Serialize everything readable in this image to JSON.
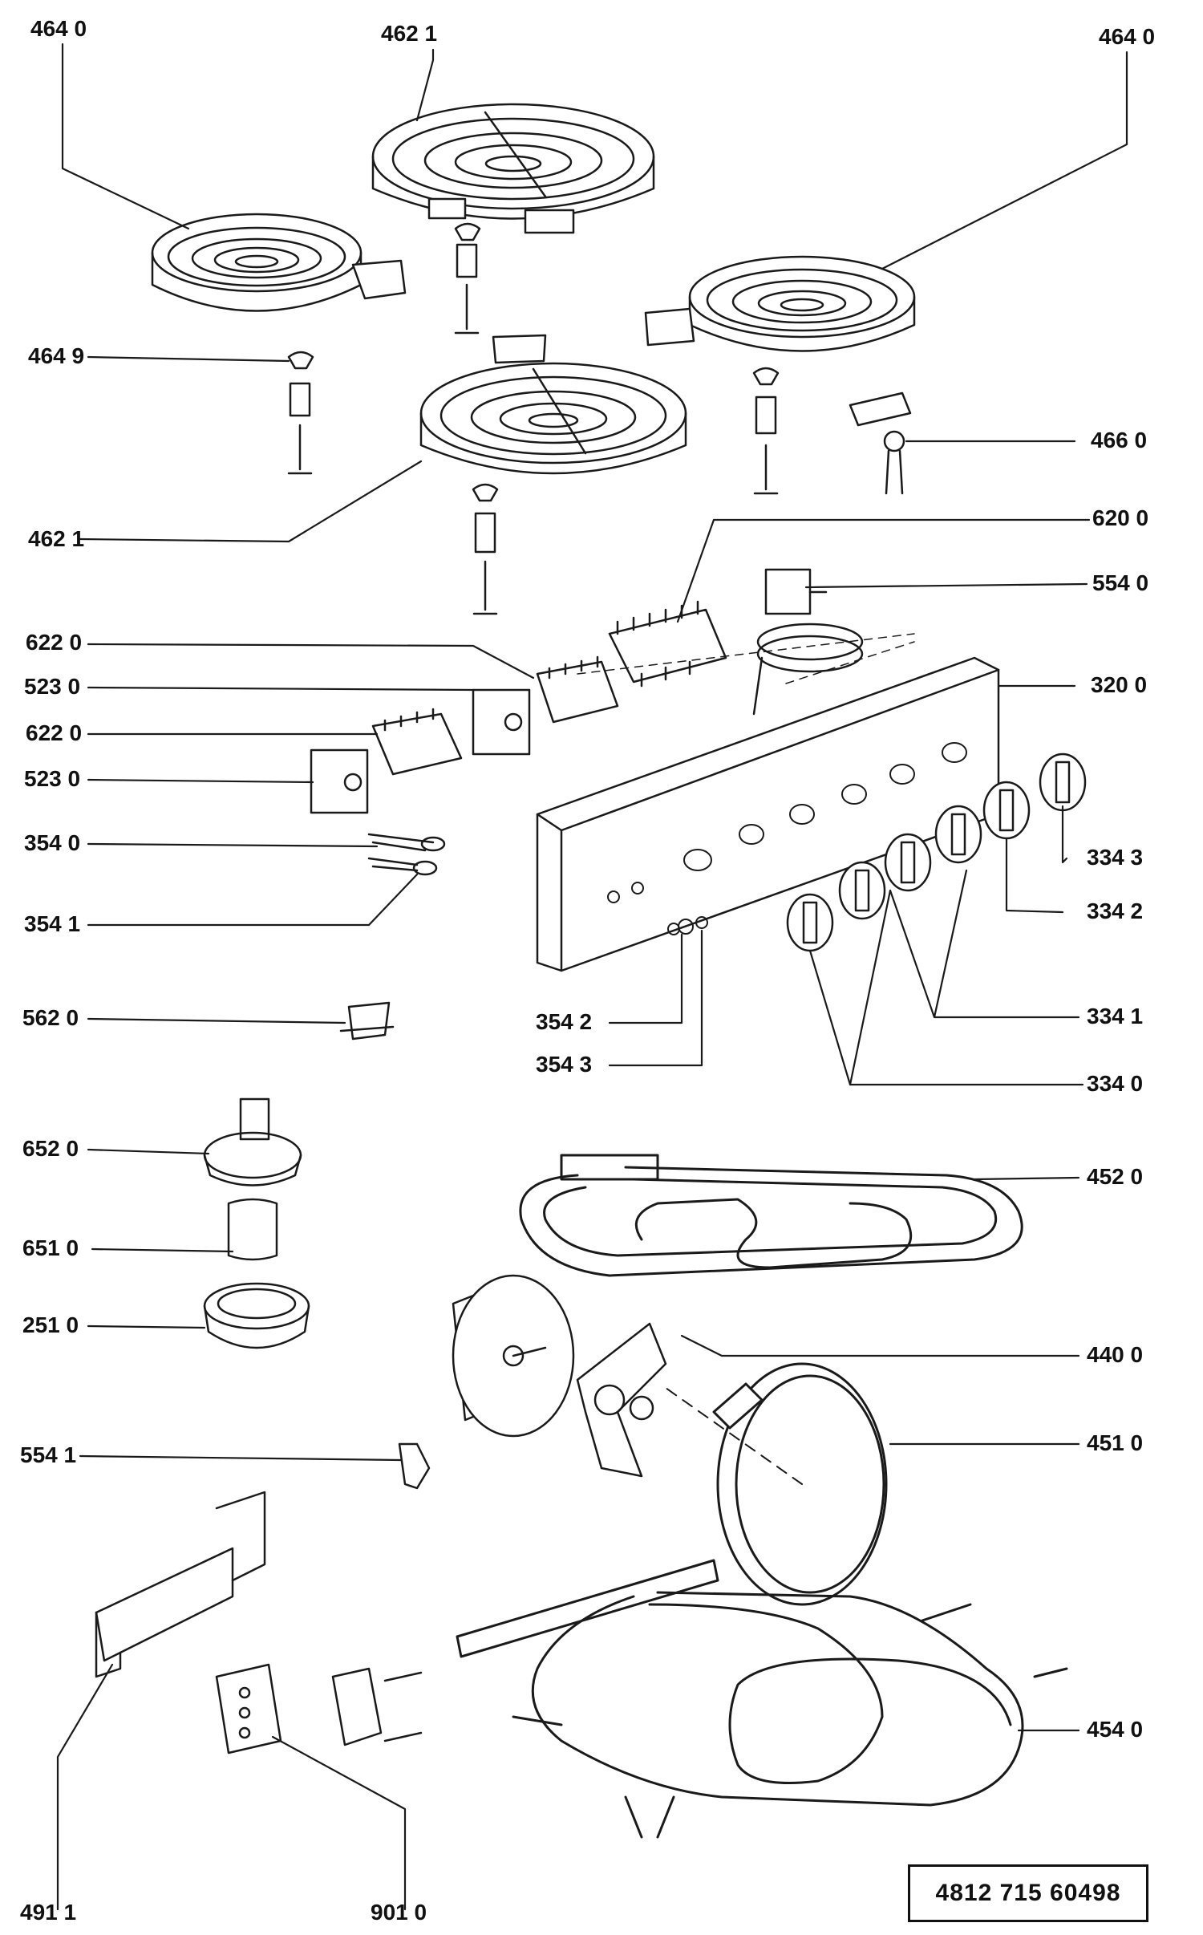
{
  "labels": {
    "l464_0_a": "464 0",
    "l462_1_a": "462 1",
    "l464_0_b": "464 0",
    "l464_9": "464 9",
    "l466_0": "466 0",
    "l462_1_b": "462 1",
    "l620_0": "620 0",
    "l554_0": "554 0",
    "l622_0_a": "622 0",
    "l523_0_a": "523 0",
    "l320_0": "320 0",
    "l622_0_b": "622 0",
    "l523_0_b": "523 0",
    "l354_0": "354 0",
    "l334_3": "334 3",
    "l354_1": "354 1",
    "l334_2": "334 2",
    "l562_0": "562 0",
    "l354_2": "354 2",
    "l334_1": "334 1",
    "l354_3": "354 3",
    "l334_0": "334 0",
    "l652_0": "652 0",
    "l452_0": "452 0",
    "l651_0": "651 0",
    "l251_0": "251 0",
    "l440_0": "440 0",
    "l554_1": "554 1",
    "l451_0": "451 0",
    "l454_0": "454 0",
    "l491_1": "491 1",
    "l901_0": "901 0"
  },
  "document_number": "4812 715 60498"
}
